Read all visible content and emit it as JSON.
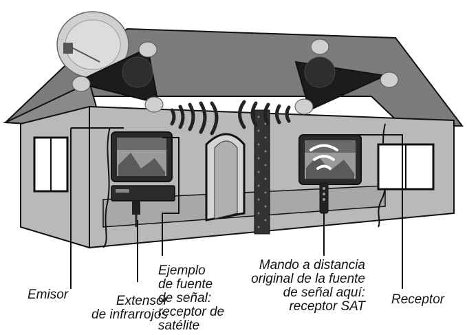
{
  "labels": {
    "emisor": "Emisor",
    "extensor": "Extensor\nde infrarrojos",
    "ejemplo": "Ejemplo\nde fuente\nde señal:\nreceptor de\nsatélite",
    "mando": "Mando a distancia\noriginal de la fuente\nde señal aquí:\nreceptor SAT",
    "receptor": "Receptor"
  },
  "colors": {
    "roof": "#7c7c7c",
    "wall": "#b9b9b9",
    "wall_dark": "#9a9a9a",
    "outline": "#111111",
    "device": "#2a2a2a",
    "pod": "#cfcfcf",
    "dish": "#d0d0d0"
  },
  "icons": {
    "left_device": "transmitter-icon",
    "right_device": "receiver-icon",
    "satellite": "satellite-dish-icon",
    "signal": "radio-wave-icon"
  }
}
